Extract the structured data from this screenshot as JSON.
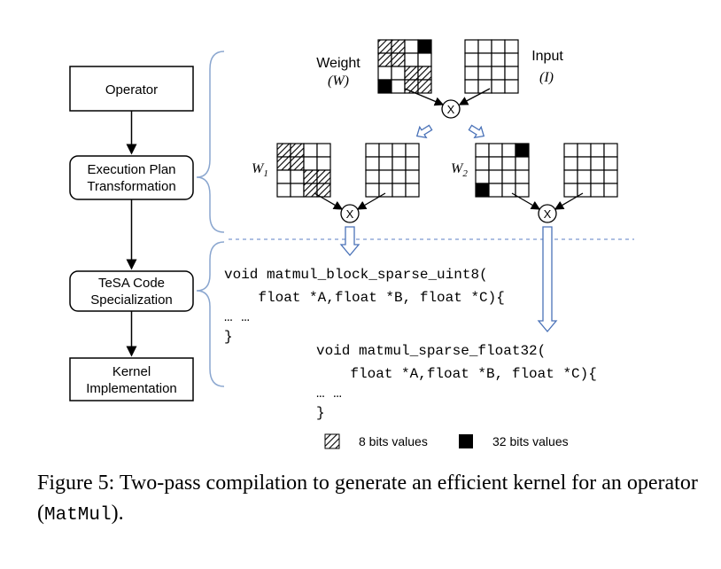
{
  "flow": {
    "operator": "Operator",
    "plan_line1": "Execution Plan",
    "plan_line2": "Transformation",
    "tesa_line1": "TeSA Code",
    "tesa_line2": "Specialization",
    "kernel_line1": "Kernel",
    "kernel_line2": "Implementation"
  },
  "labels": {
    "weight": "Weight",
    "weight_var": "(W)",
    "input": "Input",
    "input_var": "(I)",
    "w1": "W",
    "w1_sub": "1",
    "w2": "W",
    "w2_sub": "2",
    "op": "X"
  },
  "code1": {
    "line1": "void matmul_block_sparse_uint8(",
    "line2": "    float *A,float *B, float *C){",
    "line3": "… …",
    "line4": "}"
  },
  "code2": {
    "line1": "void matmul_sparse_float32(",
    "line2": "    float *A,float *B, float *C){",
    "line3": "… …",
    "line4": "}"
  },
  "legend": {
    "hatched": "8 bits values",
    "solid": "32 bits values"
  },
  "caption": {
    "prefix": "Figure 5:  Two-pass compilation to generate an efficient kernel for an operator (",
    "code": "MatMul",
    "suffix": ")."
  },
  "colors": {
    "bracket": "#8aa6cf",
    "arrow_blue": "#4a72b8",
    "dashed_line": "#5b7fc4"
  }
}
